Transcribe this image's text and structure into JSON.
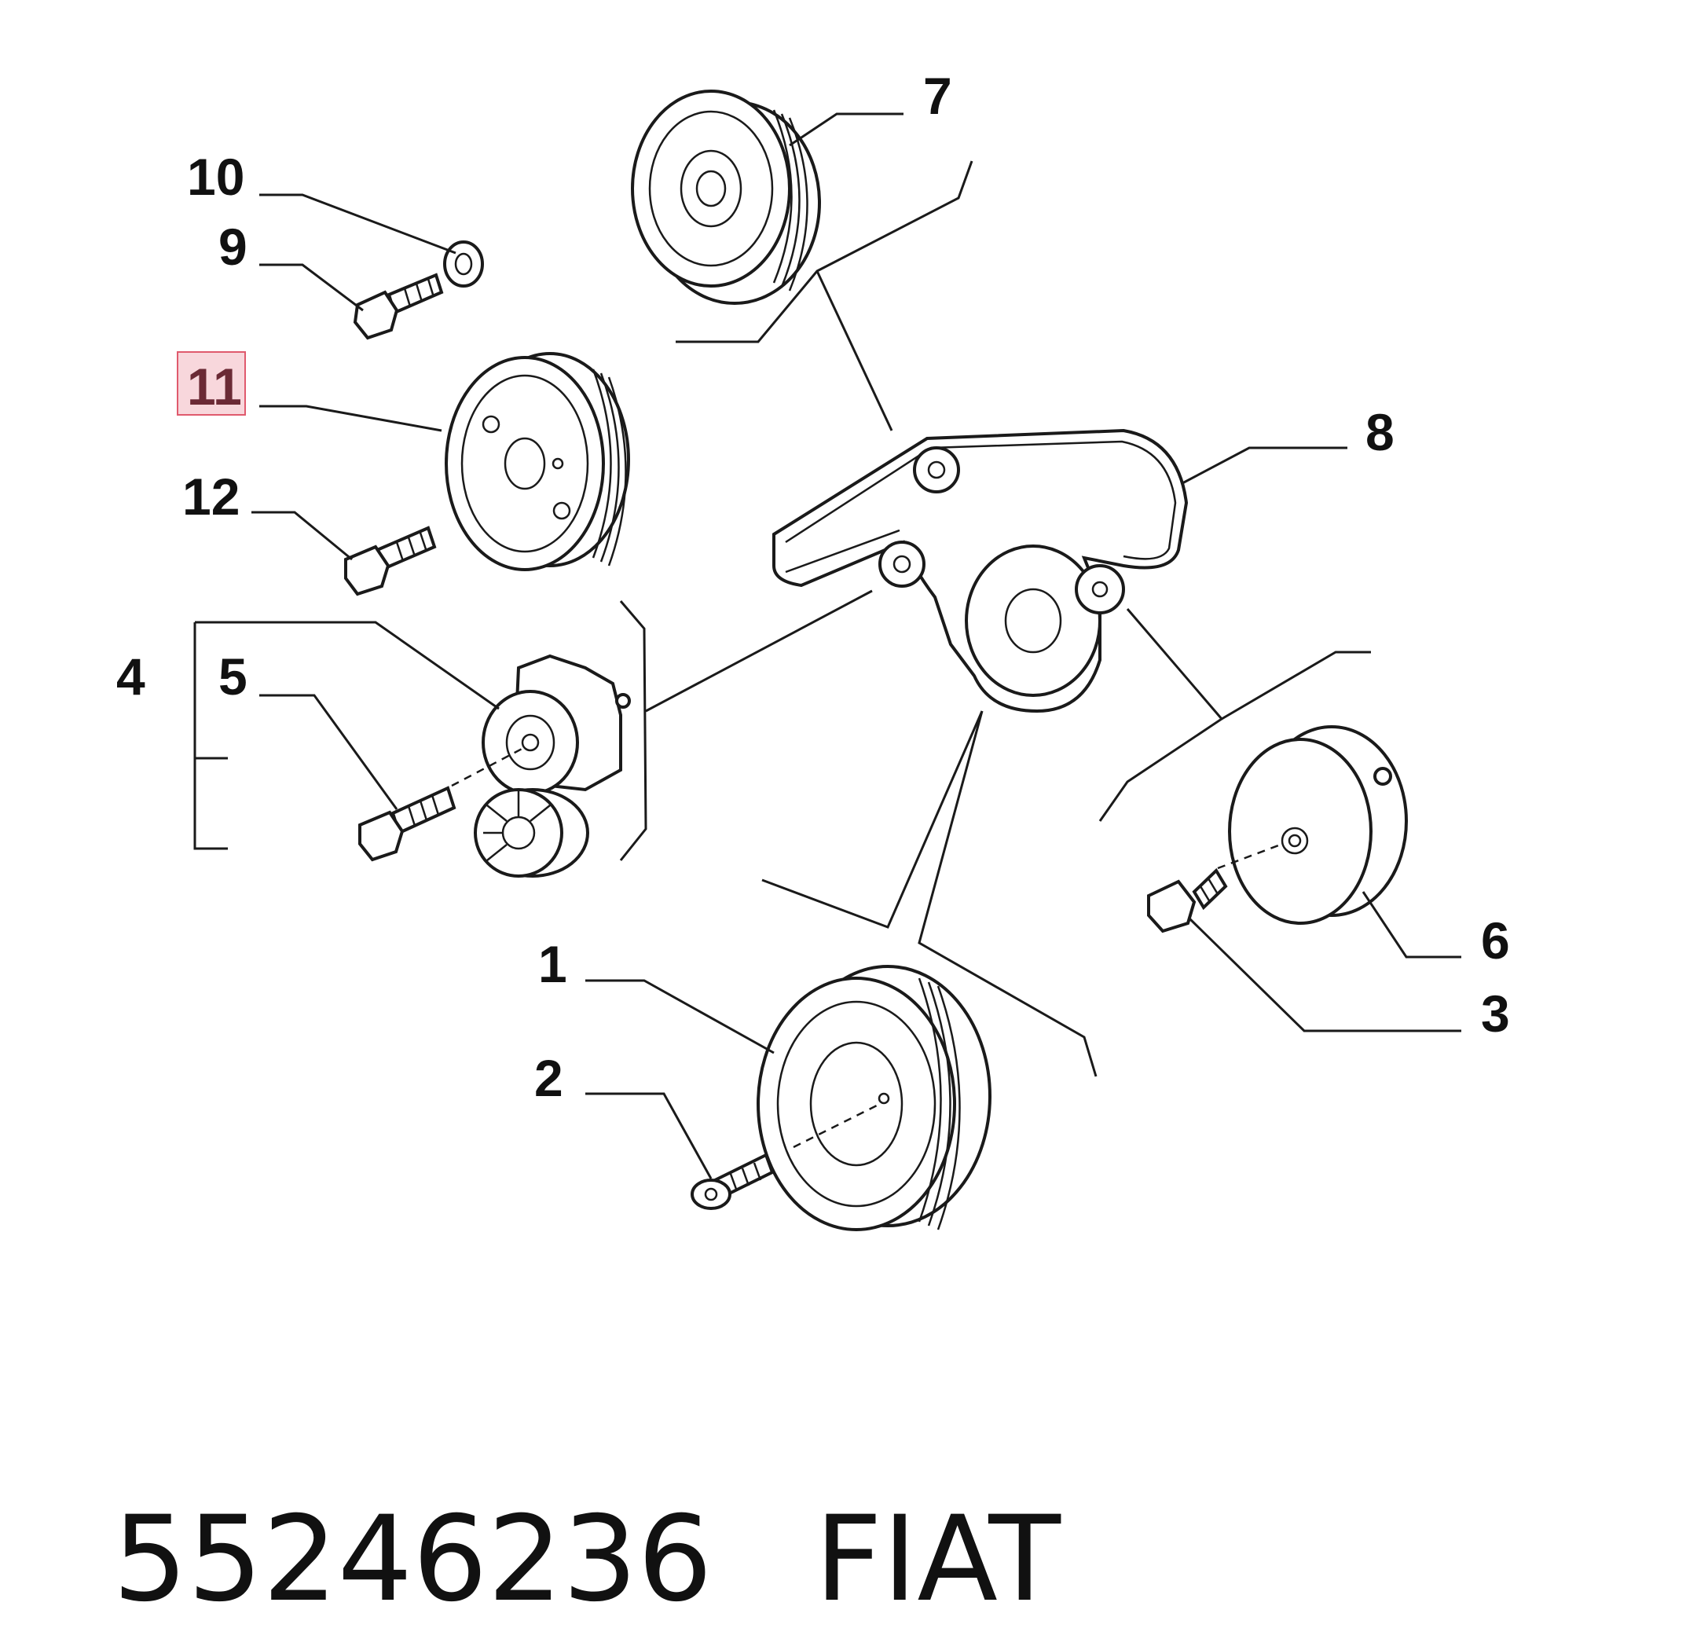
{
  "diagram": {
    "callouts": {
      "c1": "1",
      "c2": "2",
      "c3": "3",
      "c4": "4",
      "c5": "5",
      "c6": "6",
      "c7": "7",
      "c8": "8",
      "c9": "9",
      "c10": "10",
      "c11": "11",
      "c12": "12"
    },
    "highlight_color": "#f8d7dc",
    "highlight_border": "#e05a6d"
  },
  "caption": {
    "part_number": "55246236",
    "brand": "FIAT"
  }
}
